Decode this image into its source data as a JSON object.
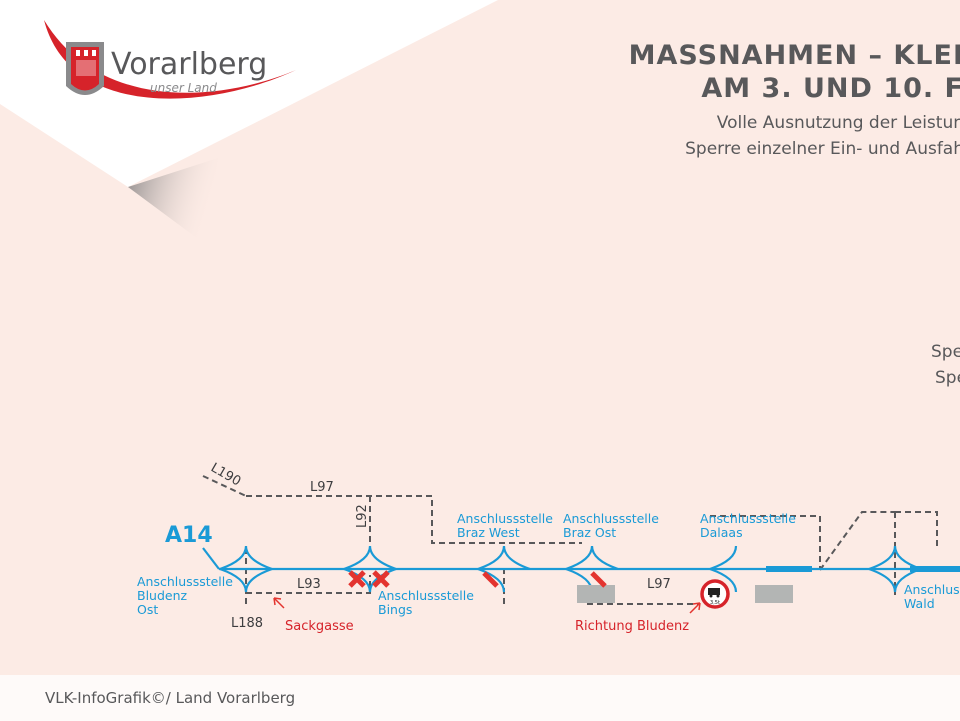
{
  "logo": {
    "name": "Vorarlberg",
    "tagline": "unser Land"
  },
  "header": {
    "title_line1": "MASSNAHMEN – KLEI",
    "title_line2": "AM 3. UND 10. F",
    "subtitle_line1": "Volle Ausnutzung der Leistun",
    "subtitle_line2": "Sperre einzelner Ein- und Ausfah"
  },
  "side_notes": {
    "line1": "Spe",
    "line2": "Spe"
  },
  "map": {
    "highway": "A14",
    "roads": {
      "l190": "L190",
      "l97_top": "L97",
      "l92": "L92",
      "l93": "L93",
      "l188": "L188",
      "l97_bottom": "L97"
    },
    "junctions": {
      "bludenz_ost": [
        "Anschlussstelle",
        "Bludenz",
        "Ost"
      ],
      "bings": [
        "Anschlussstelle",
        "Bings"
      ],
      "braz_west": [
        "Anschlussstelle",
        "Braz West"
      ],
      "braz_ost": [
        "Anschlussstelle",
        "Braz Ost"
      ],
      "dalaas": [
        "Anschlussstelle",
        "Dalaas"
      ],
      "wald": [
        "Anschluss",
        "Wald"
      ]
    },
    "annotations": {
      "sackgasse": "Sackgasse",
      "richtung": "Richtung Bludenz"
    },
    "sign_weight": "3,5t"
  },
  "footer": {
    "credit": "VLK-InfoGrafik©/ Land Vorarlberg"
  },
  "colors": {
    "background": "#fcebe5",
    "road": "#1a9ad6",
    "closure": "#e3342f",
    "dashed": "#58585a",
    "title": "#58585a",
    "logo_red": "#d6232a"
  }
}
